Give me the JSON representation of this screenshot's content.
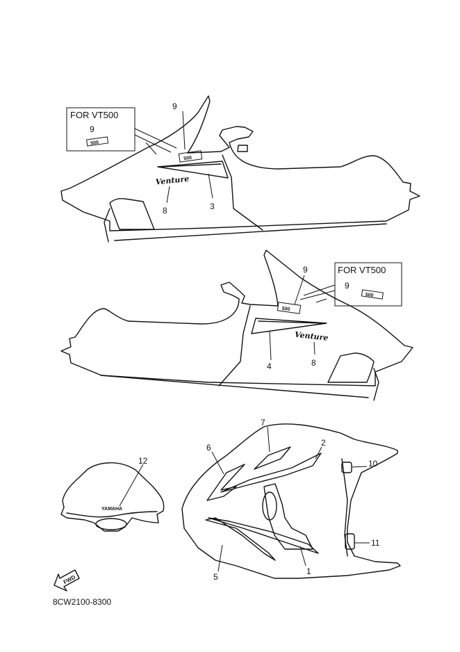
{
  "callouts": {
    "c1": "1",
    "c2": "2",
    "c3": "3",
    "c4": "4",
    "c5": "5",
    "c6": "6",
    "c7": "7",
    "c8": "8",
    "c9": "9",
    "c10": "10",
    "c11": "11",
    "c12": "12"
  },
  "inset": {
    "title": "FOR VT500",
    "part_no": "9"
  },
  "decal_500": "500",
  "decal_venture": "Venture",
  "decal_yamaha": "YAMAHA",
  "fwd_label": "FWD",
  "diagram_code": "8CW2100-8300"
}
